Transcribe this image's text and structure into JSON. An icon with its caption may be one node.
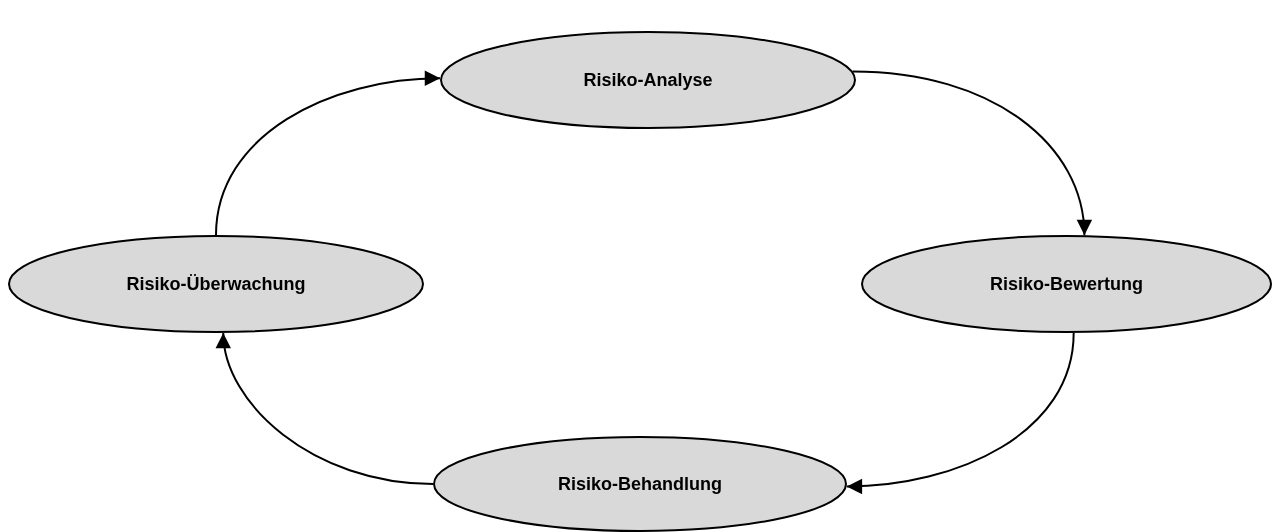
{
  "diagram": {
    "nodes": [
      {
        "text": [
          "Risiko-Analyse"
        ]
      },
      {
        "text": [
          "Risiko-Bewertung"
        ]
      },
      {
        "text": [
          "Risiko-Behandlung"
        ]
      },
      {
        "text": [
          "Risiko-Überwachung"
        ]
      }
    ],
    "edges": [
      {
        "from": 0,
        "to": 1,
        "arrow": "to"
      },
      {
        "from": 1,
        "to": 2,
        "arrow": "to"
      },
      {
        "from": 2,
        "to": 3,
        "arrow": "to"
      },
      {
        "from": 3,
        "to": 0,
        "arrow": "to"
      }
    ]
  }
}
